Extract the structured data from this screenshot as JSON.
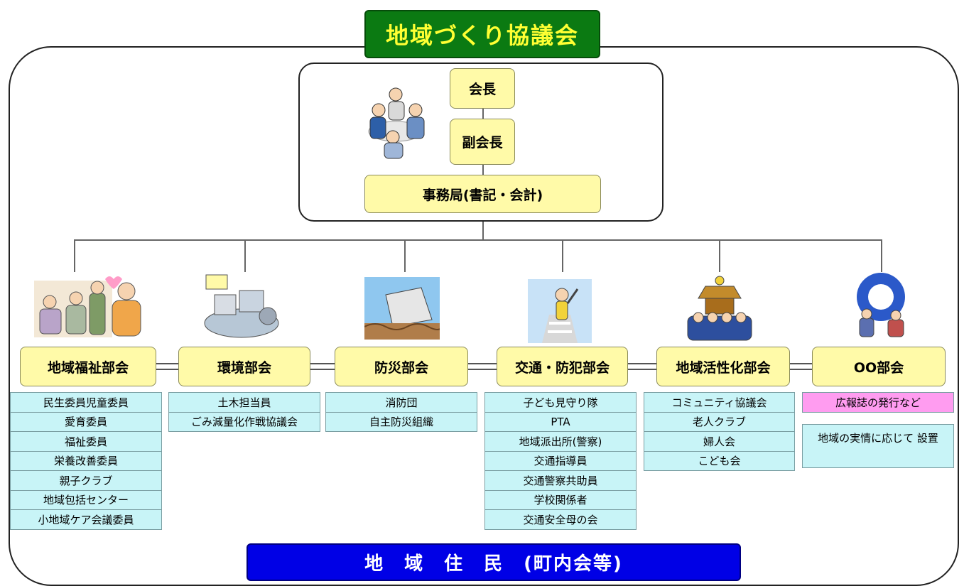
{
  "title": "地域づくり協議会",
  "leadership": {
    "chair": "会長",
    "vice_chair": "副会長",
    "secretariat": "事務局(書記・会計)"
  },
  "departments": [
    {
      "name": "地域福祉部会",
      "illustration": "elderly-family-illustration",
      "members": [
        "民生委員児童委員",
        "愛育委員",
        "福祉委員",
        "栄養改善委員",
        "親子クラブ",
        "地域包括センター",
        "小地域ケア会議委員"
      ]
    },
    {
      "name": "環境部会",
      "illustration": "garbage-pile-illustration",
      "members": [
        "土木担当員",
        "ごみ減量化作戦協議会"
      ]
    },
    {
      "name": "防災部会",
      "illustration": "collapsed-building-illustration",
      "members": [
        "消防団",
        "自主防災組織"
      ]
    },
    {
      "name": "交通・防犯部会",
      "illustration": "crossing-guard-illustration",
      "members": [
        "子ども見守り隊",
        "PTA",
        "地域派出所(警察)",
        "交通指導員",
        "交通警察共助員",
        "学校関係者",
        "交通安全母の会"
      ]
    },
    {
      "name": "地域活性化部会",
      "illustration": "festival-mikoshi-illustration",
      "members": [
        "コミュニティ協議会",
        "老人クラブ",
        "婦人会",
        "こども会"
      ]
    },
    {
      "name": "OO部会",
      "illustration": "moon-viewing-illustration",
      "members": [
        "広報誌の発行など"
      ],
      "note": "地域の実情に応じて 設置"
    }
  ],
  "residents": "地　域　住　民　(町内会等)",
  "colors": {
    "title_bg": "#0b7a12",
    "title_text": "#ffff33",
    "box_fill": "#fffaa8",
    "list_fill": "#c8f4f7",
    "highlight_fill": "#ff9cf0",
    "residents_bg": "#0000e6"
  }
}
